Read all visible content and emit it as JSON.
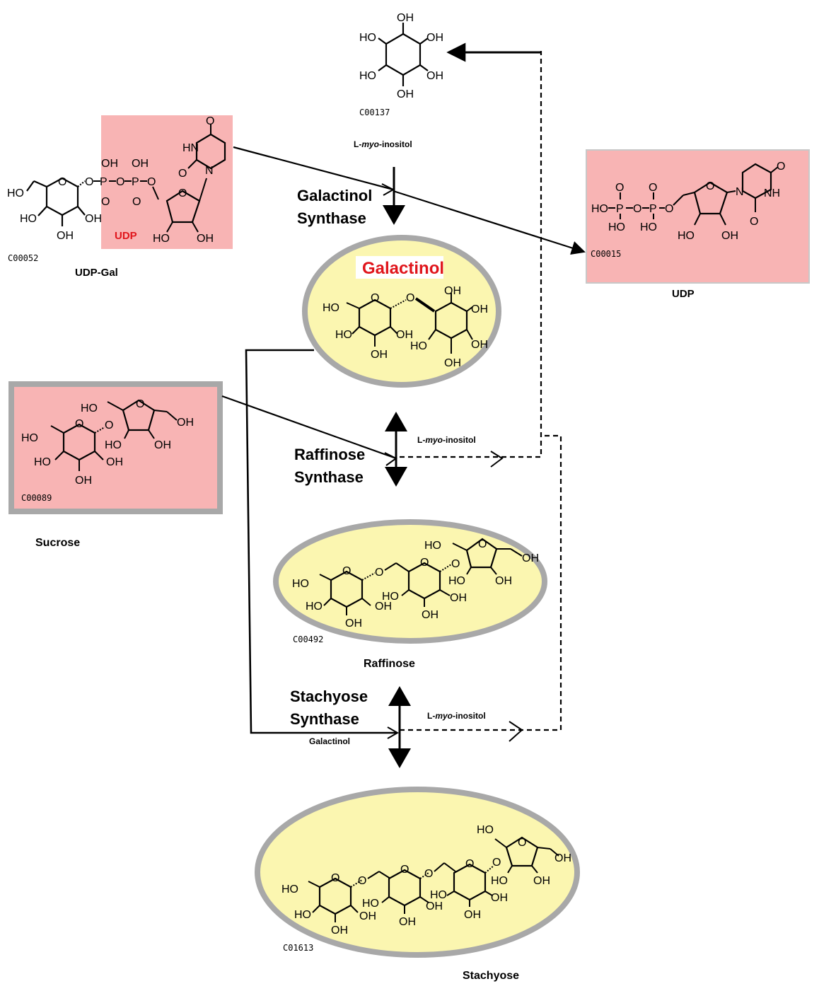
{
  "molecules": {
    "myo_inositol": {
      "kegg_id": "C00137",
      "name": "L-myo-inositol"
    },
    "udp_gal": {
      "kegg_id": "C00052",
      "name": "UDP-Gal",
      "udp_label": "UDP"
    },
    "udp": {
      "kegg_id": "C00015",
      "name": "UDP"
    },
    "galactinol": {
      "name": "Galactinol"
    },
    "sucrose": {
      "kegg_id": "C00089",
      "name": "Sucrose"
    },
    "raffinose": {
      "kegg_id": "C00492",
      "name": "Raffinose"
    },
    "stachyose": {
      "kegg_id": "C01613",
      "name": "Stachyose"
    }
  },
  "enzymes": {
    "galactinol_synthase": [
      "Galactinol",
      "Synthase"
    ],
    "raffinose_synthase": [
      "Raffinose",
      "Synthase"
    ],
    "stachyose_synthase": [
      "Stachyose",
      "Synthase"
    ]
  },
  "side_labels": {
    "myo_inositol_mid": {
      "prefix": "L-",
      "italic": "myo",
      "suffix": "-inositol"
    },
    "myo_inositol_top": {
      "prefix": "L-",
      "italic": "myo",
      "suffix": "-inositol"
    },
    "myo_inositol_low": {
      "prefix": "L-",
      "italic": "myo",
      "suffix": "-inositol"
    },
    "galactinol_input": "Galactinol"
  },
  "atom_labels": {
    "oh": "OH",
    "ho": "HO",
    "o": "O",
    "p": "P",
    "n": "N",
    "hn": "HN",
    "nh": "NH"
  },
  "colors": {
    "pink_box": "#f8b4b4",
    "yellow_fill": "#fbf6b0",
    "gray_border": "#a8a8a8",
    "red_label": "#e0151b",
    "red_structure": "#9b0d0d",
    "black": "#000000"
  }
}
